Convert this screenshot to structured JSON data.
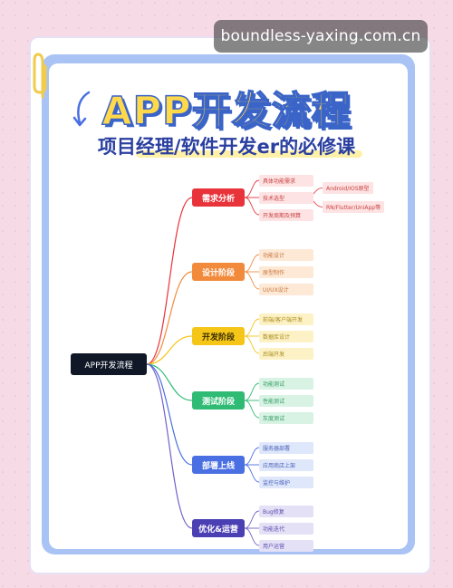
{
  "watermark": "boundless-yaxing.com.cn",
  "header": {
    "title": "APP开发流程",
    "subtitle": "项目经理/软件开发er的必修课"
  },
  "mindmap": {
    "root": "APP开发流程",
    "stages": [
      {
        "label": "需求分析",
        "color": "#e8333a",
        "line_color": "#e8333a",
        "leaf_bg": "#fde3e3",
        "leaf_text": "#c94040",
        "items": [
          "具体功能需求",
          "技术选型",
          "开发周期及预算"
        ],
        "sub_items": [
          "Android/IOS原型",
          "RN/Flutter/UniApp等"
        ]
      },
      {
        "label": "设计阶段",
        "color": "#f28a3c",
        "line_color": "#f28a3c",
        "leaf_bg": "#fde9d6",
        "leaf_text": "#c9733a",
        "items": [
          "功能设计",
          "原型制作",
          "UI/UX设计"
        ]
      },
      {
        "label": "开发阶段",
        "color": "#f5c518",
        "line_color": "#f5c518",
        "leaf_bg": "#fdf2c6",
        "leaf_text": "#a88a1a",
        "items": [
          "前端/客户端开发",
          "数据库设计",
          "后端开发"
        ]
      },
      {
        "label": "测试阶段",
        "color": "#2fbb74",
        "line_color": "#2fbb74",
        "leaf_bg": "#d8f3e4",
        "leaf_text": "#2f9a62",
        "items": [
          "功能测试",
          "性能测试",
          "灰度测试"
        ]
      },
      {
        "label": "部署上线",
        "color": "#4a6fe3",
        "line_color": "#4a6fe3",
        "leaf_bg": "#dfe7fb",
        "leaf_text": "#4a61b8",
        "items": [
          "服务器部署",
          "应用商店上架",
          "监控与维护"
        ]
      },
      {
        "label": "优化&运营",
        "color": "#4b3fb4",
        "line_color": "#6f62c9",
        "leaf_bg": "#e4e0f6",
        "leaf_text": "#5b4fae",
        "items": [
          "Bug修复",
          "功能迭代",
          "用户运营"
        ]
      }
    ]
  }
}
